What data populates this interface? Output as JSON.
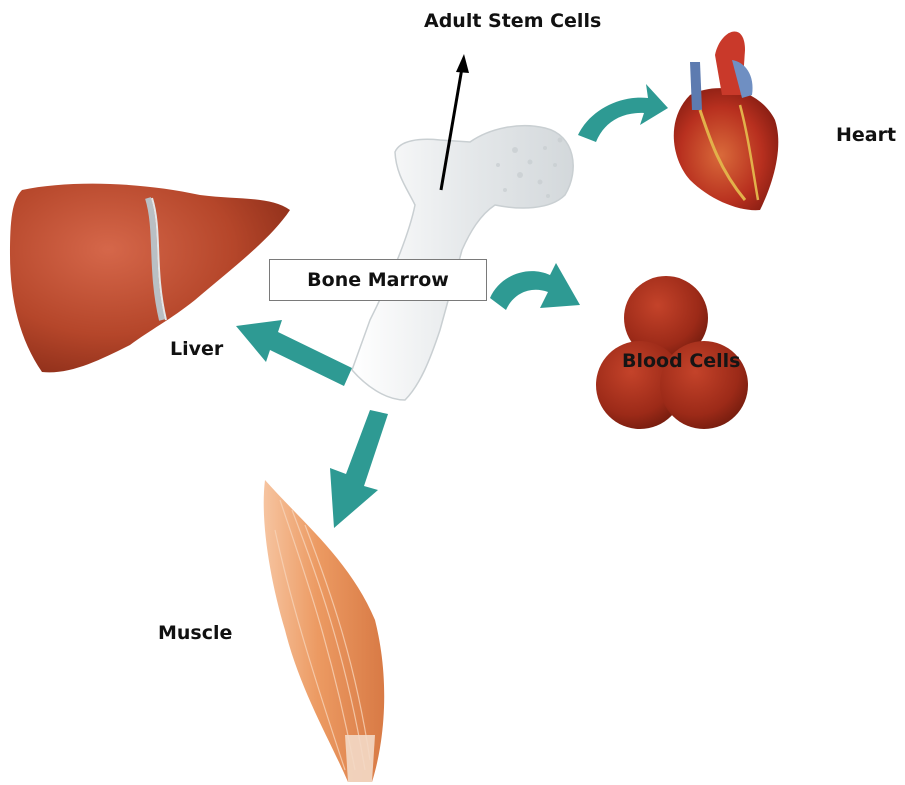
{
  "labels": {
    "adult_stem_cells": "Adult Stem Cells",
    "heart": "Heart",
    "bone_marrow": "Bone Marrow",
    "liver": "Liver",
    "blood_cells": "Blood Cells",
    "muscle": "Muscle"
  },
  "colors": {
    "arrow": "#2e9a93",
    "liver": "#b5462a",
    "blood_cells": "#9c2a18",
    "muscle": "#e6925a",
    "heart": "#b8301f",
    "bone": "#e9ecee"
  }
}
